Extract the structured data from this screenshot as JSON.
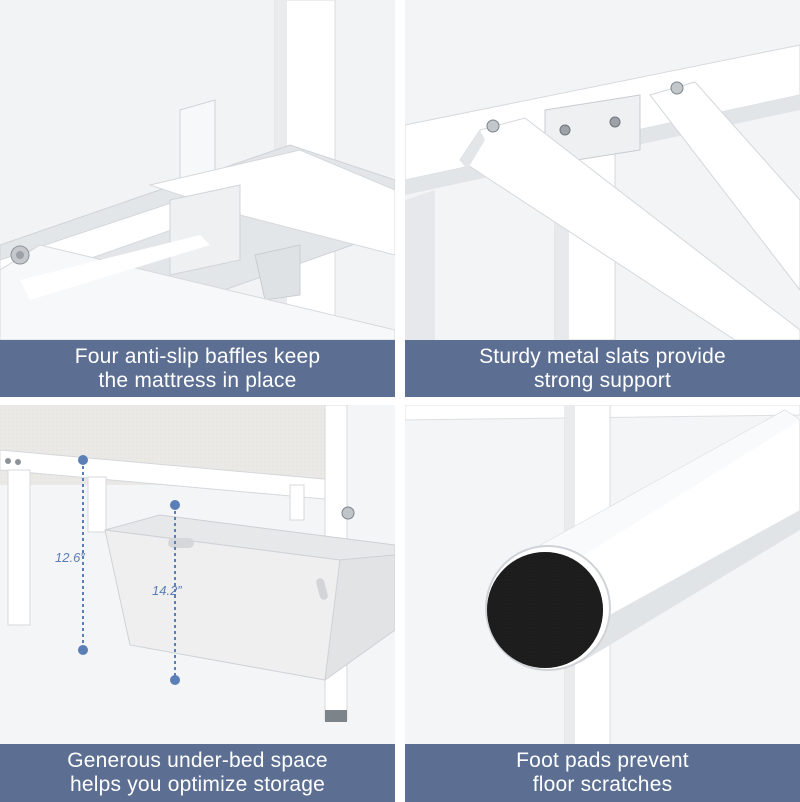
{
  "panels": [
    {
      "caption_line1": "Four anti-slip baffles keep",
      "caption_line2": "the mattress in place"
    },
    {
      "caption_line1": "Sturdy metal slats provide",
      "caption_line2": "strong support"
    },
    {
      "caption_line1": "Generous under-bed space",
      "caption_line2": "helps you optimize storage",
      "dim_height": "12.6”",
      "dim_basket": "14.2”"
    },
    {
      "caption_line1": "Foot pads prevent",
      "caption_line2": "floor scratches"
    }
  ],
  "colors": {
    "caption_bg": "#5c6f93",
    "frame": "#ffffff",
    "dimension_line": "#5a7fb6",
    "foot_pad": "#1c1c1c"
  }
}
